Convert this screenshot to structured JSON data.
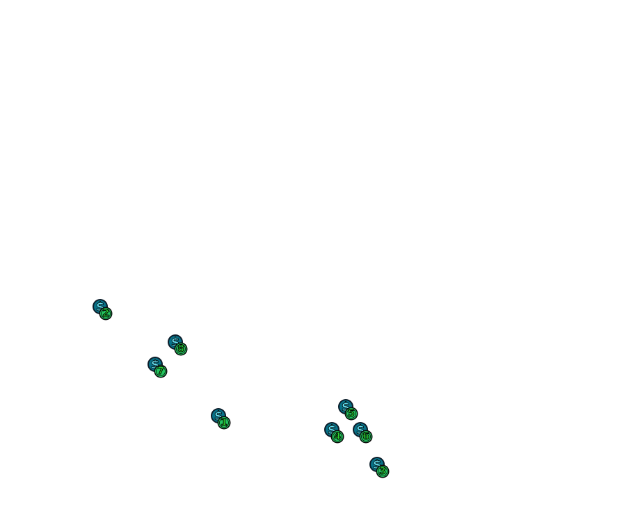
{
  "map": {
    "colors": {
      "coin_fill": "#06b6d4",
      "coin_dark": "#0b1d2a",
      "coin_symbol": "#67e8f9",
      "badge_fill": "#22c55e",
      "badge_ring": "#0a0a0a"
    },
    "marker_icon": "dollar-coin-icon",
    "markers": [
      {
        "label": "1",
        "symbol": "$"
      },
      {
        "label": "2",
        "symbol": "$"
      },
      {
        "label": "3",
        "symbol": "$"
      },
      {
        "label": "4",
        "symbol": "$"
      },
      {
        "label": "5",
        "symbol": "$"
      },
      {
        "label": "6",
        "symbol": "$"
      },
      {
        "label": "7",
        "symbol": "$"
      },
      {
        "label": "8",
        "symbol": "$"
      }
    ]
  }
}
